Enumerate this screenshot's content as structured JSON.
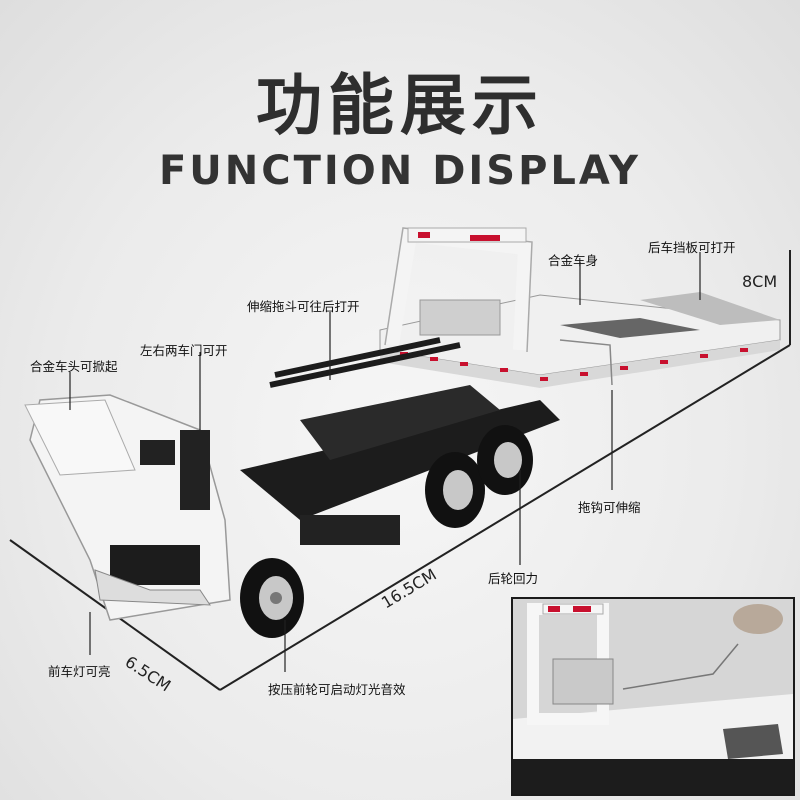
{
  "header": {
    "title_cn": "功能展示",
    "title_en": "FUNCTION DISPLAY"
  },
  "callouts": {
    "alloy_body": "合金车身",
    "tailgate": "后车挡板可打开",
    "telescopic_bucket": "伸缩拖斗可往后打开",
    "doors": "左右两车门可开",
    "alloy_head": "合金车头可掀起",
    "hook": "拖钩可伸缩",
    "rear_wheel": "后轮回力",
    "headlight": "前车灯可亮",
    "press_wheel": "按压前轮可启动灯光音效"
  },
  "dimensions": {
    "height": "8CM",
    "length": "16.5CM",
    "width": "6.5CM"
  },
  "colors": {
    "truck_white": "#f4f4f4",
    "chassis_black": "#1c1c1c",
    "accent_red": "#c8102e",
    "title_dark": "#2e2e2e"
  }
}
